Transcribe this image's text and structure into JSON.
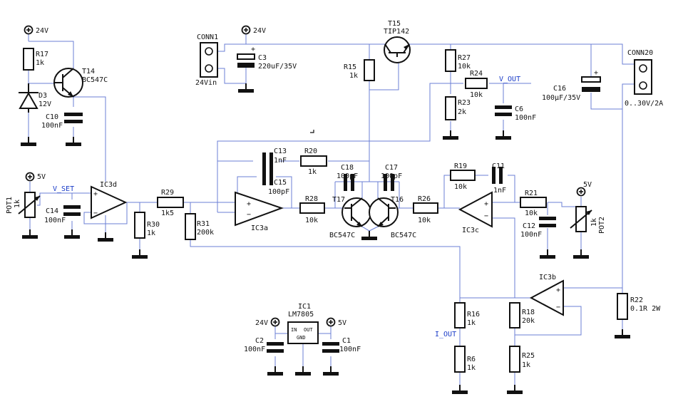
{
  "parts": {
    "r17": [
      "R17",
      "1k"
    ],
    "t14": [
      "T14",
      "BC547C"
    ],
    "d3": [
      "D3",
      "12V"
    ],
    "c10": [
      "C10",
      "100nF"
    ],
    "conn1": [
      "CONN1",
      "24Vin"
    ],
    "c3": [
      "C3",
      "220uF/35V"
    ],
    "t15": [
      "T15",
      "TIP142"
    ],
    "r15": [
      "R15",
      "1k"
    ],
    "r27": [
      "R27",
      "10k"
    ],
    "r24": [
      "R24",
      "10k"
    ],
    "r23": [
      "R23",
      "2k"
    ],
    "c6": [
      "C6",
      "100nF"
    ],
    "c16": [
      "C16",
      "100µF/35V"
    ],
    "conn20": [
      "CONN20",
      "0..30V/2A"
    ],
    "pot1": [
      "POT1",
      "1k"
    ],
    "c14": [
      "C14",
      "100nF"
    ],
    "ic3d": [
      "IC3d"
    ],
    "r29": [
      "R29",
      "1k5"
    ],
    "r30": [
      "R30",
      "1k"
    ],
    "r31": [
      "R31",
      "200k"
    ],
    "c13": [
      "C13",
      "1nF"
    ],
    "r20": [
      "R20",
      "1k"
    ],
    "c15": [
      "C15",
      "100pF"
    ],
    "ic3a": [
      "IC3a"
    ],
    "r28": [
      "R28",
      "10k"
    ],
    "c18": [
      "C18",
      "100pF"
    ],
    "c17": [
      "C17",
      "100pF"
    ],
    "t17": [
      "T17",
      "BC547C"
    ],
    "t16": [
      "T16",
      "BC547C"
    ],
    "r26": [
      "R26",
      "10k"
    ],
    "r19": [
      "R19",
      "10k"
    ],
    "c11": [
      "C11",
      "1nF"
    ],
    "ic3c": [
      "IC3c"
    ],
    "r21": [
      "R21",
      "10k"
    ],
    "c12": [
      "C12",
      "100nF"
    ],
    "pot2": [
      "POT2",
      "1k"
    ],
    "ic3b": [
      "IC3b"
    ],
    "r16": [
      "R16",
      "1k"
    ],
    "r6": [
      "R6",
      "1k"
    ],
    "r18": [
      "R18",
      "20k"
    ],
    "r25": [
      "R25",
      "1k"
    ],
    "r22": [
      "R22",
      "0.1R 2W"
    ],
    "ic1": [
      "IC1",
      "LM7805"
    ],
    "c2": [
      "C2",
      "100nF"
    ],
    "c1": [
      "C1",
      "100nF"
    ]
  },
  "ic1_pins": {
    "in": "IN",
    "out": "OUT",
    "gnd": "GND"
  },
  "opamp_signs": {
    "plus": "+",
    "minus": "−"
  },
  "cap_polarity": "+",
  "supplies": {
    "s24_left": "24V",
    "s24_conn": "24V",
    "s5_pot1": "5V",
    "s5_pot2": "5V",
    "s24_ic1": "24V",
    "s5_ic1": "5V"
  },
  "nets": {
    "v_set": "V_SET",
    "v_out": "V_OUT",
    "i_out": "I_OUT"
  }
}
